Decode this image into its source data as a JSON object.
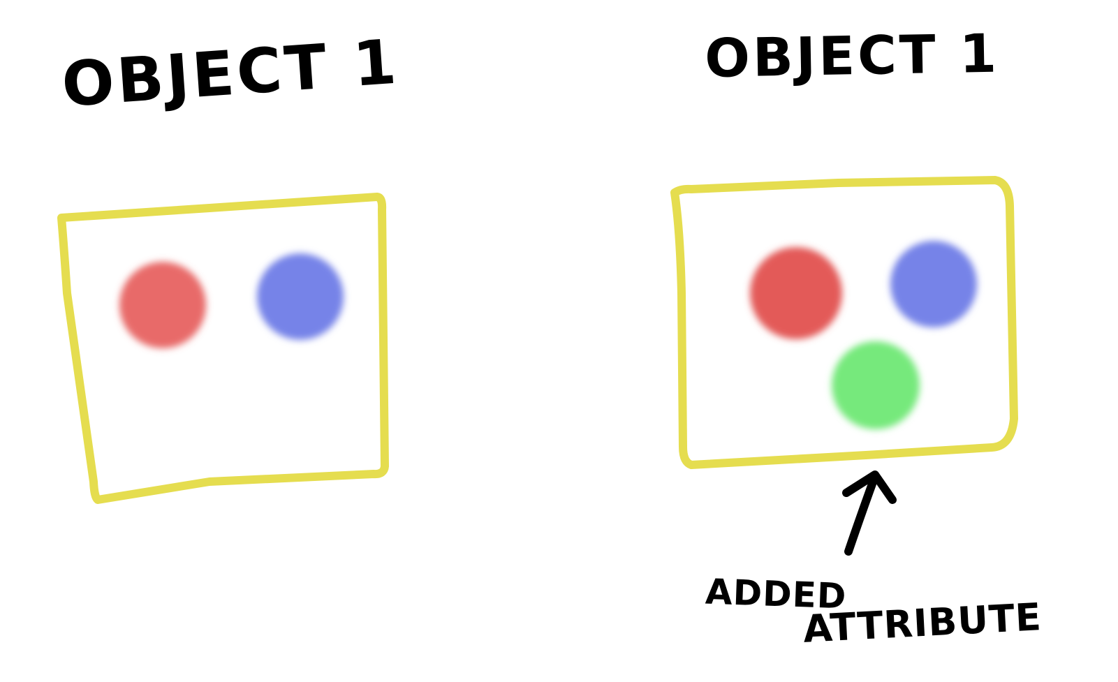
{
  "panels": [
    {
      "title": "OBJECT 1",
      "frame_color": "#e5dd4f",
      "circles": [
        {
          "name": "red-circle",
          "color": "#e86b69"
        },
        {
          "name": "blue-circle",
          "color": "#7683e8"
        }
      ]
    },
    {
      "title": "OBJECT 1",
      "frame_color": "#e5dd4f",
      "circles": [
        {
          "name": "red-circle",
          "color": "#e35a58"
        },
        {
          "name": "blue-circle",
          "color": "#7683e8"
        },
        {
          "name": "green-circle",
          "color": "#76e97c"
        }
      ]
    }
  ],
  "annotation": {
    "line1": "ADDED",
    "line2": "ATTRIBUTE",
    "icon": "arrow-up-icon"
  }
}
